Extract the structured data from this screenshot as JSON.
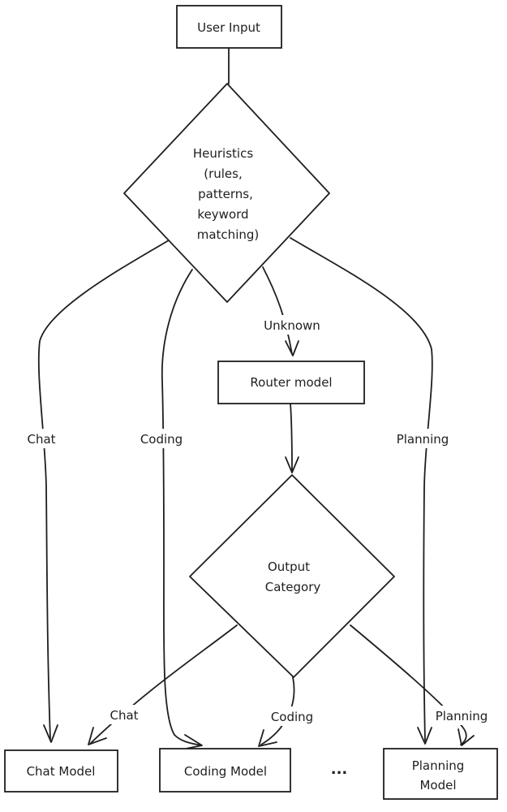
{
  "nodes": {
    "user_input": "User Input",
    "heuristics": [
      "Heuristics",
      "(rules,",
      "patterns,",
      "keyword",
      "matching)"
    ],
    "router_model": "Router model",
    "output_category": [
      "Output",
      "Category"
    ],
    "chat_model": "Chat Model",
    "coding_model": "Coding Model",
    "ellipsis": "...",
    "planning_model": [
      "Planning",
      "Model"
    ]
  },
  "edge_labels": {
    "unknown": "Unknown",
    "chat_top": "Chat",
    "coding_top": "Coding",
    "planning_top": "Planning",
    "chat_bottom": "Chat",
    "coding_bottom": "Coding",
    "planning_bottom": "Planning"
  },
  "colors": {
    "stroke": "#1e1e1e",
    "background": "#ffffff"
  }
}
